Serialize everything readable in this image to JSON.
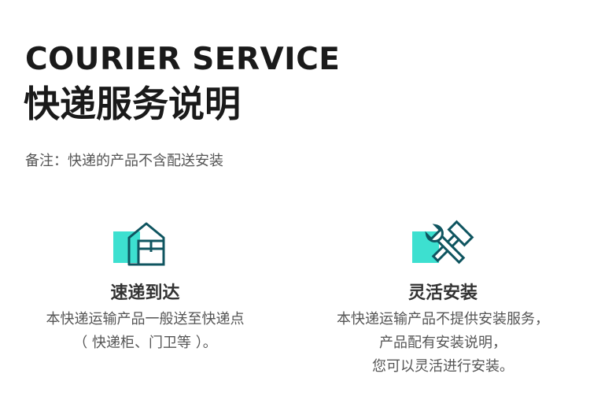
{
  "header": {
    "title_en": "COURIER SERVICE",
    "title_cn": "快递服务说明",
    "note": "备注：快递的产品不含配送安装"
  },
  "features": [
    {
      "icon": "warehouse-box-icon",
      "title": "速递到达",
      "lines": [
        "本快递运输产品一般送至快递点",
        "（ 快递柜、门卫等 ）。"
      ]
    },
    {
      "icon": "wrench-hammer-icon",
      "title": "灵活安装",
      "lines": [
        "本快递运输产品不提供安装服务，",
        "产品配有安装说明，",
        "您可以灵活进行安装。"
      ]
    }
  ],
  "colors": {
    "accent": "#3de0d0",
    "icon_stroke": "#0f5560",
    "title_text": "#1a1a1a",
    "body_text": "#555555"
  }
}
